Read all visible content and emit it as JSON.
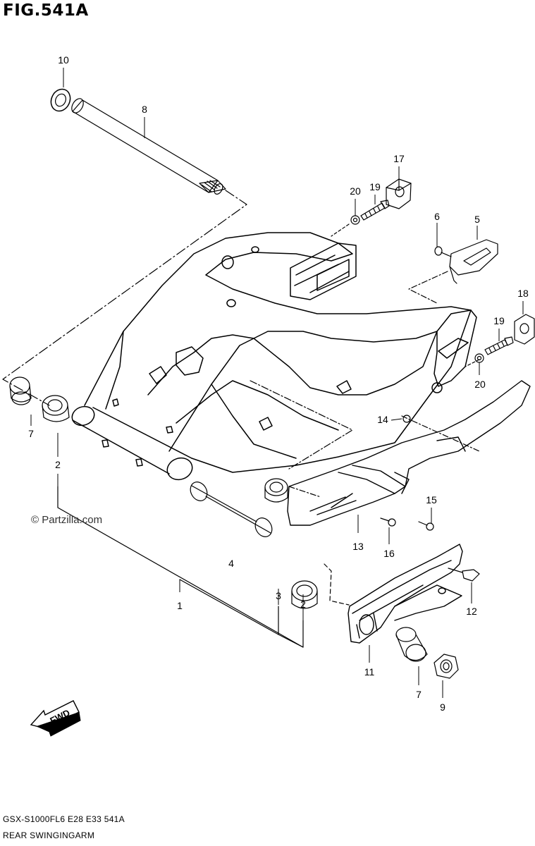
{
  "figure": {
    "title": "FIG.541A",
    "watermark": "© Partzilla.com",
    "model_code": "GSX-S1000FL6  E28  E33  541A",
    "section_name": "REAR SWINGINGARM",
    "fwd_label": "FWD"
  },
  "callouts": [
    {
      "id": "c10",
      "label": "10"
    },
    {
      "id": "c8",
      "label": "8"
    },
    {
      "id": "c17",
      "label": "17"
    },
    {
      "id": "c20a",
      "label": "20"
    },
    {
      "id": "c19a",
      "label": "19"
    },
    {
      "id": "c6",
      "label": "6"
    },
    {
      "id": "c5",
      "label": "5"
    },
    {
      "id": "c18",
      "label": "18"
    },
    {
      "id": "c19b",
      "label": "19"
    },
    {
      "id": "c20b",
      "label": "20"
    },
    {
      "id": "c7a",
      "label": "7"
    },
    {
      "id": "c2a",
      "label": "2"
    },
    {
      "id": "c14",
      "label": "14"
    },
    {
      "id": "c15",
      "label": "15"
    },
    {
      "id": "c13",
      "label": "13"
    },
    {
      "id": "c16",
      "label": "16"
    },
    {
      "id": "c4",
      "label": "4"
    },
    {
      "id": "c1",
      "label": "1"
    },
    {
      "id": "c3",
      "label": "3"
    },
    {
      "id": "c2b",
      "label": "2"
    },
    {
      "id": "c12",
      "label": "12"
    },
    {
      "id": "c11",
      "label": "11"
    },
    {
      "id": "c7b",
      "label": "7"
    },
    {
      "id": "c9",
      "label": "9"
    }
  ],
  "colors": {
    "line": "#000000",
    "background": "#ffffff"
  }
}
